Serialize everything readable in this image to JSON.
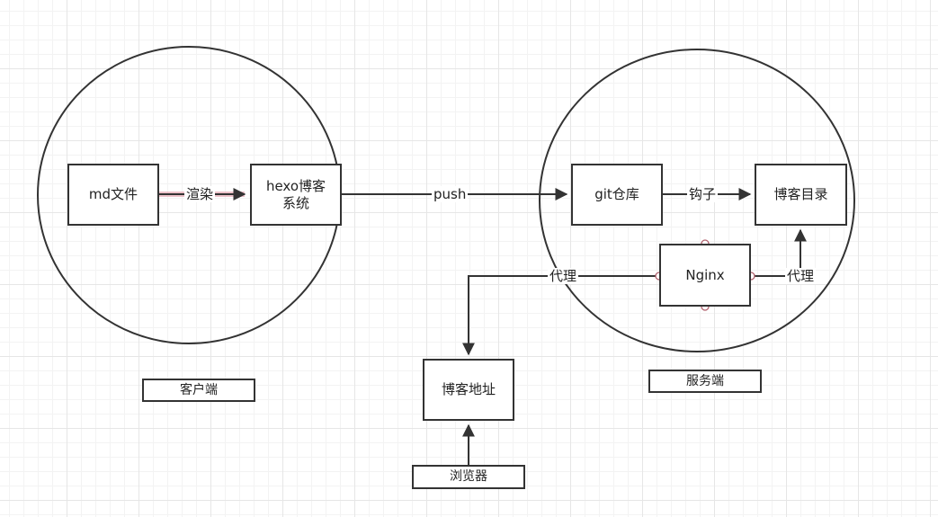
{
  "nodes": {
    "md_file": "md文件",
    "hexo": "hexo博客\n系统",
    "git_repo": "git仓库",
    "blog_dir": "博客目录",
    "nginx": "Nginx",
    "blog_address": "博客地址",
    "browser": "浏览器"
  },
  "groups": {
    "client": "客户端",
    "server": "服务端"
  },
  "edges": {
    "render": "渲染",
    "push": "push",
    "hook": "钩子",
    "proxy_left": "代理",
    "proxy_right": "代理"
  },
  "colors": {
    "stroke": "#333333",
    "grid": "#e6e6e6",
    "port": "#b0606c",
    "render_glow": "#e8b4bc"
  }
}
